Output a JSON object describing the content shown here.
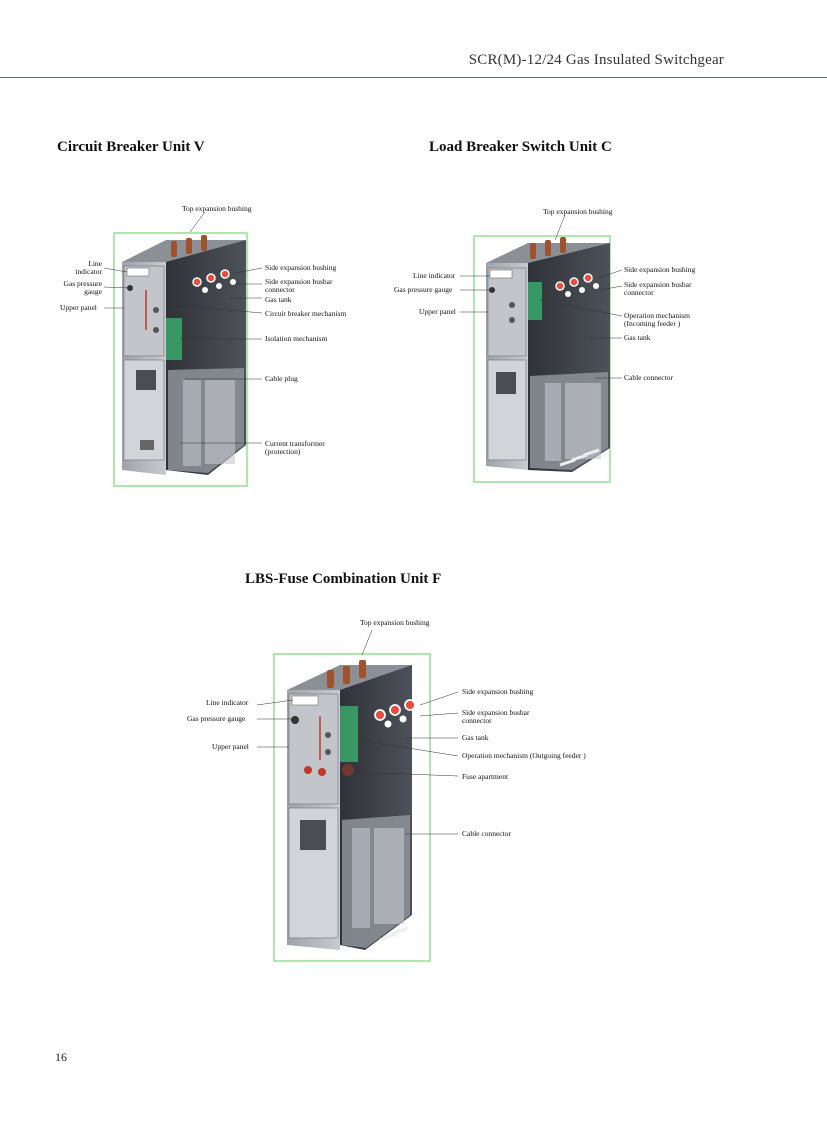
{
  "header": {
    "title": "SCR(M)-12/24 Gas Insulated Switchgear"
  },
  "units": [
    {
      "title": "Circuit Breaker Unit V",
      "labels": {
        "top_bushing": "Top expansion bushing",
        "line_indicator_1": "Line",
        "line_indicator_2": "indicator",
        "gas_gauge_1": "Gas pressure",
        "gas_gauge_2": "gauge",
        "upper_panel": "Upper panel",
        "side_bushing": "Side expansion bushing",
        "side_connector_1": "Side expansion busbar",
        "side_connector_2": "connector",
        "gas_tank": "Gas tank",
        "cb_mechanism": "Circuit breaker mechanism",
        "isolation": "Isolation mechanism",
        "cable_plug": "Cable plug",
        "ct_1": "Current transformer",
        "ct_2": "(protection)"
      }
    },
    {
      "title": "Load Breaker Switch Unit C",
      "labels": {
        "top_bushing": "Top expansion bushing",
        "line_indicator": "Line indicator",
        "gas_gauge": "Gas pressure gauge",
        "upper_panel": "Upper panel",
        "side_bushing": "Side expansion bushing",
        "side_connector_1": "Side expansion busbar",
        "side_connector_2": "connector",
        "op_mech_1": "Operation mechanism",
        "op_mech_2": "(Incoming feeder )",
        "gas_tank": "Gas tank",
        "cable_connector": "Cable connector"
      }
    },
    {
      "title": "LBS-Fuse Combination Unit F",
      "labels": {
        "top_bushing": "Top expansion bushing",
        "line_indicator": "Line indicator",
        "gas_gauge": "Gas pressure gauge",
        "upper_panel": "Upper panel",
        "side_bushing": "Side expansion bushing",
        "side_connector_1": "Side expansion busbar",
        "side_connector_2": "connector",
        "gas_tank": "Gas tank",
        "op_mech": "Operation mechanism (Outgoing feeder )",
        "fuse": "Fuse apartment",
        "cable_connector": "Cable connector"
      }
    }
  ],
  "page_number": "16",
  "colors": {
    "rule": "#5a6f8a",
    "frame": "#7cd67c",
    "cabinet_front": "#b9bdc3",
    "cabinet_side": "#6f737a",
    "tank": "#3d4047",
    "bushing": "#a0522d",
    "mechanism": "#3aa86a"
  }
}
